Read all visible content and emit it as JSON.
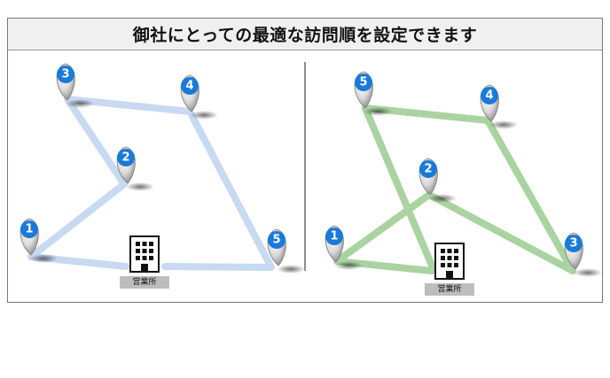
{
  "title": "御社にとっての最適な訪問順を設定できます",
  "office_label": "営業所",
  "colors": {
    "route_left": "#c8d9f2",
    "route_right": "#a9d3a0",
    "pin_fill": "#1a7ad8",
    "divider": "#444444"
  },
  "left_panel": {
    "pins": [
      {
        "label": "1"
      },
      {
        "label": "2"
      },
      {
        "label": "3"
      },
      {
        "label": "4"
      },
      {
        "label": "5"
      }
    ]
  },
  "right_panel": {
    "pins": [
      {
        "label": "1"
      },
      {
        "label": "2"
      },
      {
        "label": "3"
      },
      {
        "label": "4"
      },
      {
        "label": "5"
      }
    ]
  }
}
